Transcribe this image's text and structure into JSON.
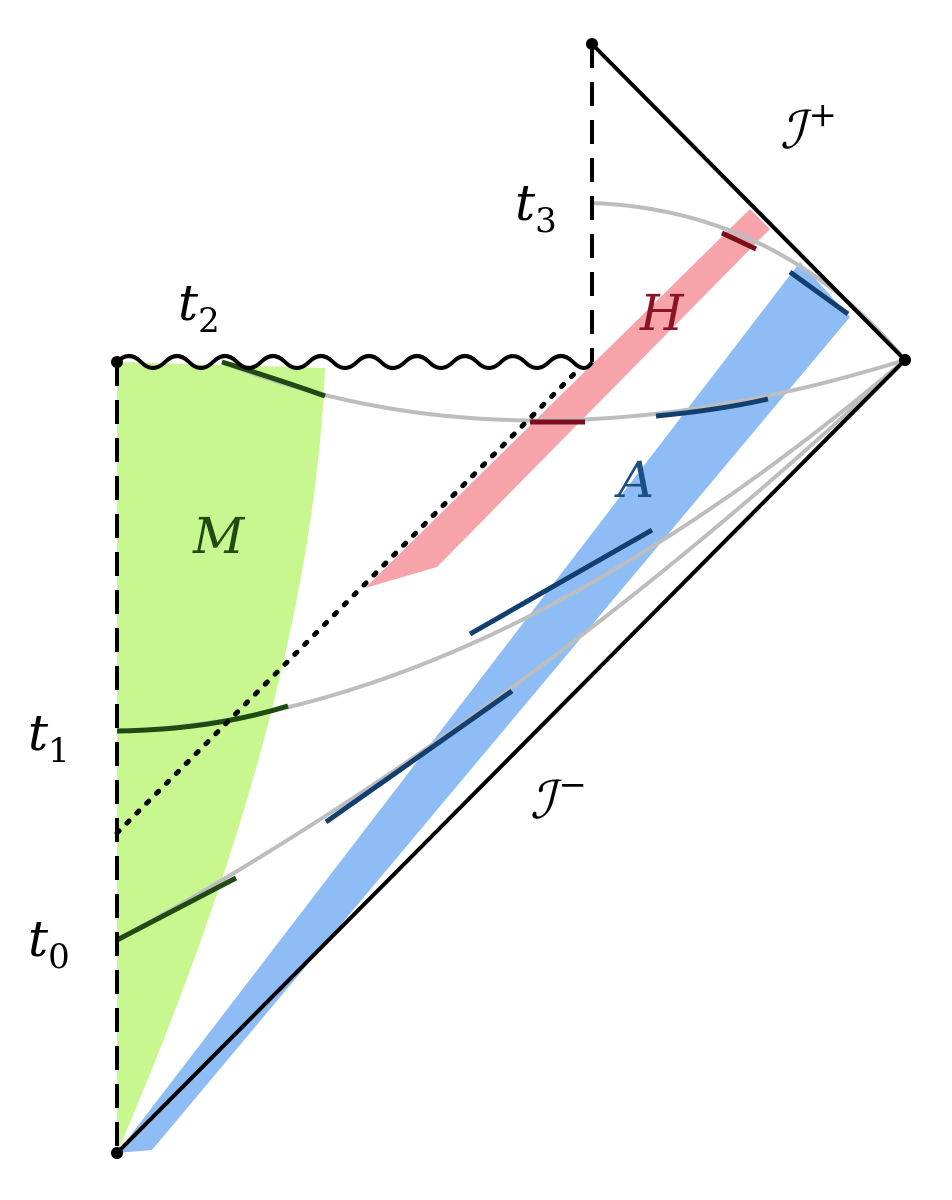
{
  "labels": {
    "t0": {
      "base": "t",
      "sub": "0"
    },
    "t1": {
      "base": "t",
      "sub": "1"
    },
    "t2": {
      "base": "t",
      "sub": "2"
    },
    "t3": {
      "base": "t",
      "sub": "3"
    },
    "scri_plus": {
      "base": "ℐ",
      "sup": "+"
    },
    "scri_minus": {
      "base": "ℐ",
      "sup": "−"
    },
    "region_M": "M",
    "region_H": "H",
    "region_A": "A"
  },
  "colors": {
    "M_fill": "#c8f78f",
    "M_slice": "#1f4a12",
    "H_fill": "#f6a3a9",
    "H_slice": "#7a0e1c",
    "H_text": "#8a1425",
    "A_fill": "#8ebcf4",
    "A_slice": "#123f70",
    "A_text": "#1c4f86",
    "slice_gray": "#bdbdbd",
    "boundary": "#000000"
  }
}
